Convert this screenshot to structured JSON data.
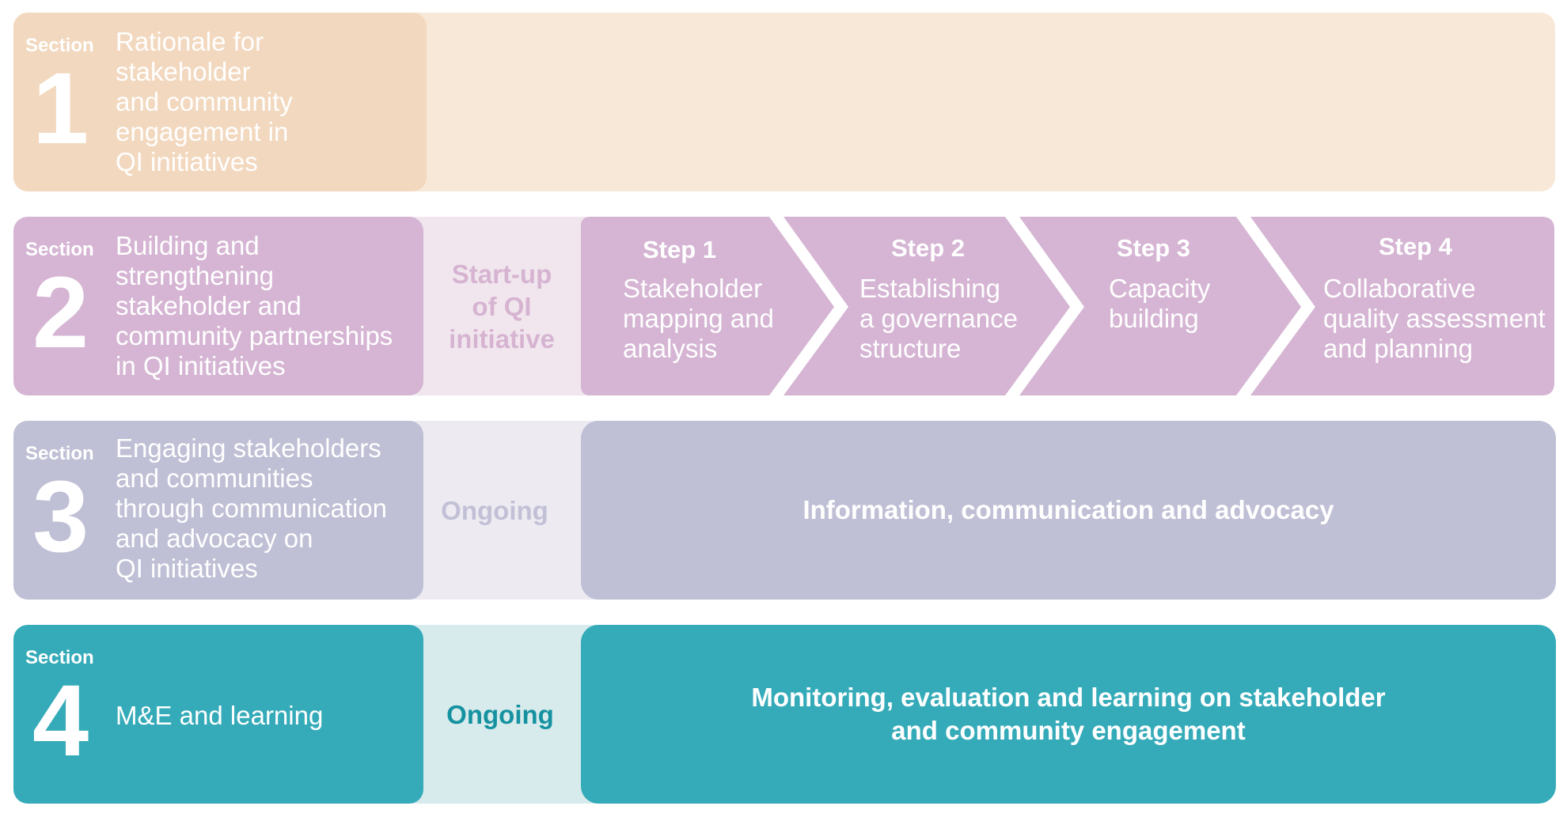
{
  "colors": {
    "peach_band": "#F8E8D7",
    "peach_label": "#F2D8BE",
    "lilac": "#D5B5D3",
    "lilac_light": "#F1E6EE",
    "slate": "#BFBFD5",
    "slate_light": "#EDEBF1",
    "teal": "#35ABB9",
    "teal_light": "#D7EAEC",
    "startup_text": "#D6B4D1",
    "ongoing3_text": "#C2C0D6",
    "ongoing4_text": "#1592A0"
  },
  "section_word": "Section",
  "sections": [
    {
      "number": "1",
      "title": "Rationale for\nstakeholder\nand community\nengagement in\nQI initiatives"
    },
    {
      "number": "2",
      "title": "Building and\nstrengthening\nstakeholder and\ncommunity partnerships\nin QI initiatives",
      "phase": "Start-up\nof QI\ninitiative"
    },
    {
      "number": "3",
      "title": "Engaging stakeholders\nand communities\nthrough communication\nand advocacy on\nQI initiatives",
      "phase": "Ongoing",
      "bar": "Information, communication and advocacy"
    },
    {
      "number": "4",
      "title": "M&E and learning",
      "phase": "Ongoing",
      "bar": "Monitoring, evaluation and learning on stakeholder\nand community engagement"
    }
  ],
  "steps": [
    {
      "title": "Step 1",
      "desc": "Stakeholder\nmapping and\nanalysis"
    },
    {
      "title": "Step 2",
      "desc": "Establishing\na governance\nstructure"
    },
    {
      "title": "Step 3",
      "desc": "Capacity\nbuilding"
    },
    {
      "title": "Step 4",
      "desc": "Collaborative\nquality assessment\nand planning"
    }
  ]
}
